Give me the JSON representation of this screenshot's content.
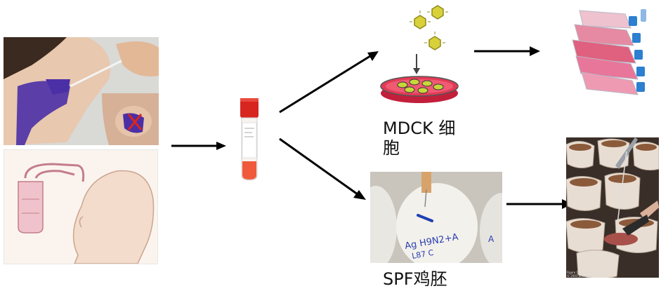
{
  "labels": {
    "mdck_line1": "MDCK 细",
    "mdck_line2": "胞",
    "spf": "SPF鸡胚"
  },
  "egg_photo": {
    "marking_left": "Ag H9N2+A",
    "marking_left2": "L87 C",
    "marking_right": "A"
  },
  "figure_caption": {
    "line1": "Figure 16-18 Microbiology 4/e",
    "line2": "© 2003 John Wiley & Sons"
  },
  "colors": {
    "arrow": "#000000",
    "nasal_highlight": "#4b2fa6",
    "tube_cap": "#d6261f",
    "medium": "#f05a3a",
    "flask_pink": "#e0607f",
    "egg": "#f3f1ec"
  }
}
